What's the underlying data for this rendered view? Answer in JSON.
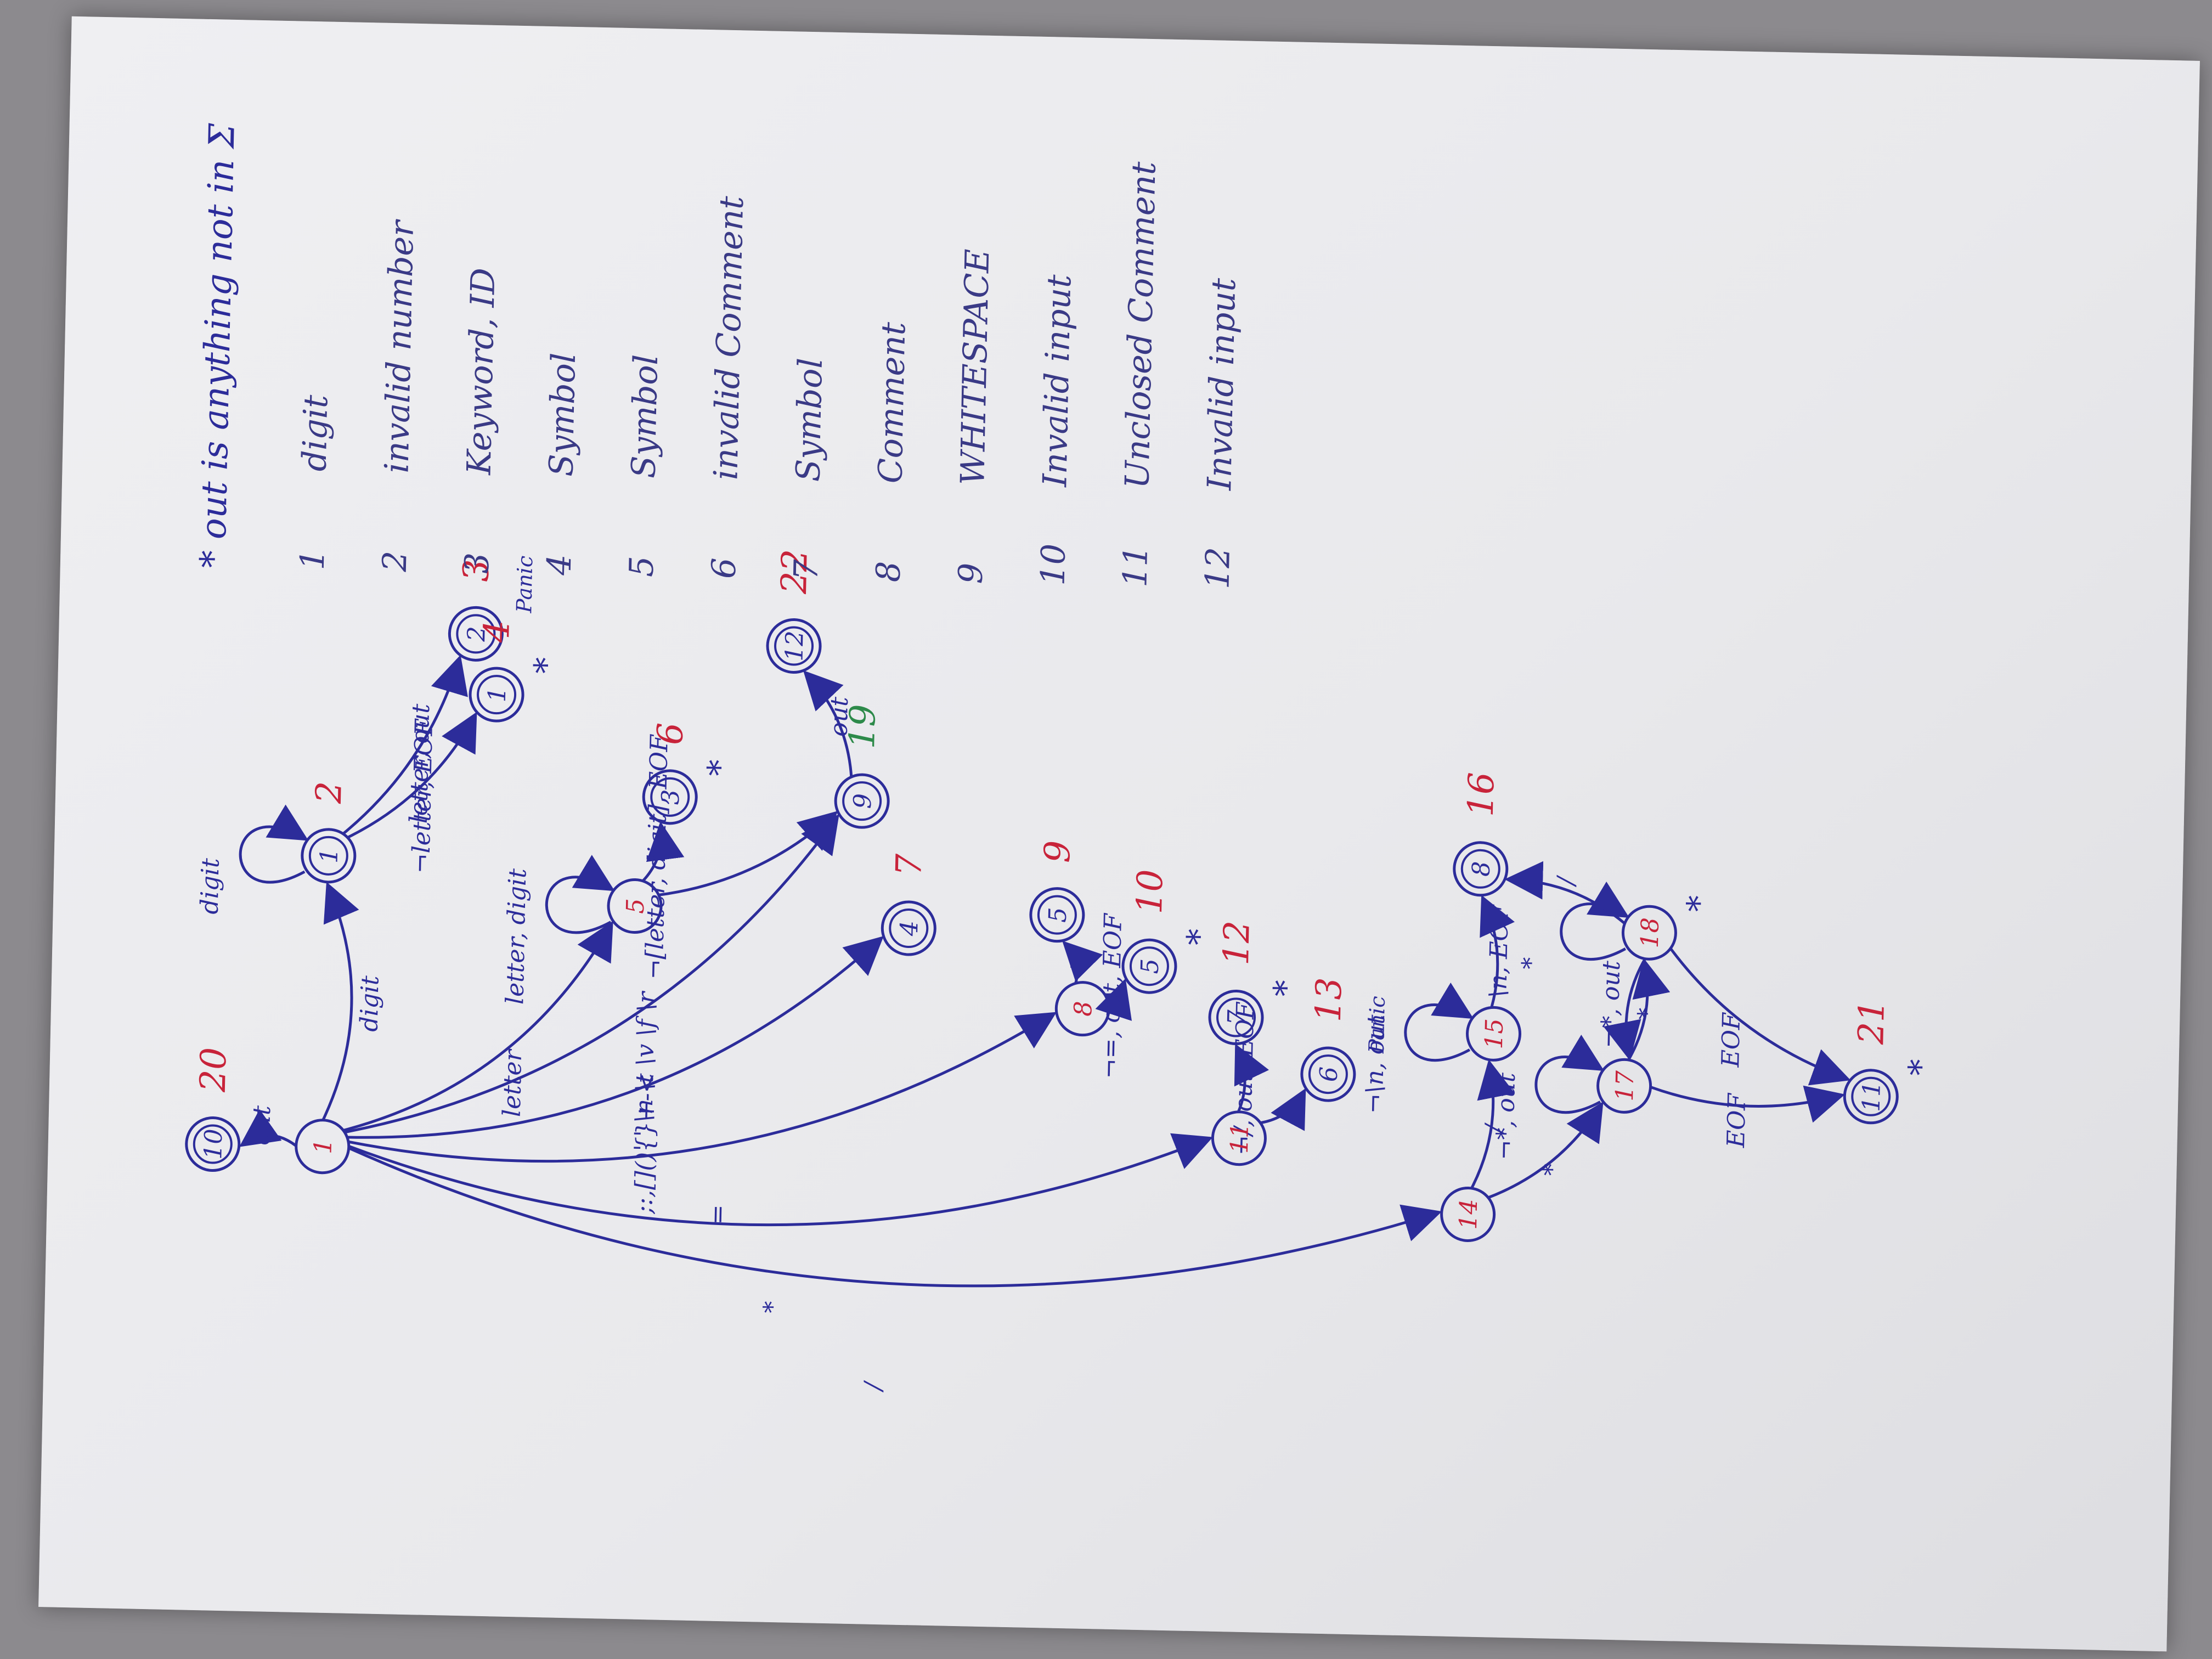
{
  "note": "* out is anything not in Σ",
  "legend": [
    {
      "num": "1",
      "text": "digit"
    },
    {
      "num": "2",
      "text": "invalid number"
    },
    {
      "num": "3",
      "text": "Keyword, ID"
    },
    {
      "num": "4",
      "text": "Symbol"
    },
    {
      "num": "5",
      "text": "Symbol"
    },
    {
      "num": "6",
      "text": "invalid Comment"
    },
    {
      "num": "7",
      "text": "Symbol"
    },
    {
      "num": "8",
      "text": "Comment"
    },
    {
      "num": "9",
      "text": "WHITESPACE"
    },
    {
      "num": "10",
      "text": "Invalid input"
    },
    {
      "num": "11",
      "text": "Unclosed Comment"
    },
    {
      "num": "12",
      "text": "Invalid input"
    }
  ],
  "nodes": [
    {
      "id": "s1",
      "label": "1",
      "num": "",
      "star": "",
      "note": "",
      "accept": false
    },
    {
      "id": "s20",
      "label": "10",
      "num": "20",
      "star": "",
      "note": "",
      "accept": true
    },
    {
      "id": "s2",
      "label": "1",
      "num": "2",
      "star": "",
      "note": "",
      "accept": true
    },
    {
      "id": "s3",
      "label": "2",
      "num": "3",
      "star": "",
      "note": "Panic",
      "accept": true
    },
    {
      "id": "s4",
      "label": "1",
      "num": "4",
      "star": "*",
      "note": "",
      "accept": true
    },
    {
      "id": "s5",
      "label": "5",
      "num": "",
      "star": "",
      "note": "",
      "accept": false
    },
    {
      "id": "s6",
      "label": "3",
      "num": "6",
      "star": "*",
      "note": "",
      "accept": true
    },
    {
      "id": "s7",
      "label": "4",
      "num": "7",
      "star": "",
      "note": "",
      "accept": true
    },
    {
      "id": "s19",
      "label": "9",
      "num": "19",
      "star": "",
      "note": "",
      "accept": true
    },
    {
      "id": "s22",
      "label": "12",
      "num": "22",
      "star": "",
      "note": "",
      "accept": true
    },
    {
      "id": "s8",
      "label": "8",
      "num": "",
      "star": "",
      "note": "",
      "accept": false
    },
    {
      "id": "s9",
      "label": "5",
      "num": "9",
      "star": "",
      "note": "",
      "accept": true
    },
    {
      "id": "s10",
      "label": "5",
      "num": "10",
      "star": "*",
      "note": "",
      "accept": true
    },
    {
      "id": "s11",
      "label": "11",
      "num": "",
      "star": "",
      "note": "",
      "accept": false
    },
    {
      "id": "s12",
      "label": "7",
      "num": "12",
      "star": "*",
      "note": "",
      "accept": true
    },
    {
      "id": "s13",
      "label": "6",
      "num": "13",
      "star": "",
      "note": "Panic",
      "accept": true
    },
    {
      "id": "s14",
      "label": "14",
      "num": "",
      "star": "",
      "note": "",
      "accept": false
    },
    {
      "id": "s15",
      "label": "15",
      "num": "",
      "star": "",
      "note": "",
      "accept": false
    },
    {
      "id": "s16",
      "label": "8",
      "num": "16",
      "star": "",
      "note": "",
      "accept": true
    },
    {
      "id": "s17",
      "label": "17",
      "num": "",
      "star": "",
      "note": "",
      "accept": false
    },
    {
      "id": "s18",
      "label": "18",
      "num": "",
      "star": "*",
      "note": "",
      "accept": false
    },
    {
      "id": "s21",
      "label": "11",
      "num": "21",
      "star": "*",
      "note": "",
      "accept": true
    }
  ],
  "edges": [
    {
      "from": "s1",
      "to": "s20",
      "label": "out"
    },
    {
      "from": "s1",
      "to": "s2",
      "label": "digit"
    },
    {
      "from": "s2",
      "to": "s2",
      "label": "digit"
    },
    {
      "from": "s2",
      "to": "s3",
      "label": "letter, out"
    },
    {
      "from": "s2",
      "to": "s4",
      "label": "¬letter, EOF"
    },
    {
      "from": "s1",
      "to": "s5",
      "label": "letter"
    },
    {
      "from": "s5",
      "to": "s5",
      "label": "letter, digit"
    },
    {
      "from": "s5",
      "to": "s6",
      "label": "¬[letter, digit], EOF"
    },
    {
      "from": "s5",
      "to": "s19",
      "label": ""
    },
    {
      "from": "s19",
      "to": "s22",
      "label": "out"
    },
    {
      "from": "s1",
      "to": "s7",
      "label": ";:,[](){}+-<"
    },
    {
      "from": "s1",
      "to": "s19",
      "label": "' ' \\n \\t \\v \\f \\r"
    },
    {
      "from": "s1",
      "to": "s8",
      "label": "="
    },
    {
      "from": "s8",
      "to": "s9",
      "label": "="
    },
    {
      "from": "s8",
      "to": "s10",
      "label": "¬=, out, EOF"
    },
    {
      "from": "s1",
      "to": "s11",
      "label": "*"
    },
    {
      "from": "s11",
      "to": "s12",
      "label": "¬/, out, EOF"
    },
    {
      "from": "s11",
      "to": "s13",
      "label": "/"
    },
    {
      "from": "s1",
      "to": "s14",
      "label": "/"
    },
    {
      "from": "s14",
      "to": "s15",
      "label": "/"
    },
    {
      "from": "s15",
      "to": "s15",
      "label": "¬\\n, out"
    },
    {
      "from": "s15",
      "to": "s16",
      "label": "\\n, EOF"
    },
    {
      "from": "s14",
      "to": "s17",
      "label": "*"
    },
    {
      "from": "s17",
      "to": "s17",
      "label": "¬*, out"
    },
    {
      "from": "s17",
      "to": "s18",
      "label": "*"
    },
    {
      "from": "s18",
      "to": "s18",
      "label": "*"
    },
    {
      "from": "s18",
      "to": "s17",
      "label": "¬*, out"
    },
    {
      "from": "s18",
      "to": "s16",
      "label": "/"
    },
    {
      "from": "s17",
      "to": "s21",
      "label": "EOF"
    },
    {
      "from": "s18",
      "to": "s21",
      "label": "EOF"
    }
  ],
  "colors": {
    "ink": "#2c2c9a",
    "red": "#c8233a",
    "green": "#2d8a4a",
    "legend_ink": "#3a3a86"
  }
}
